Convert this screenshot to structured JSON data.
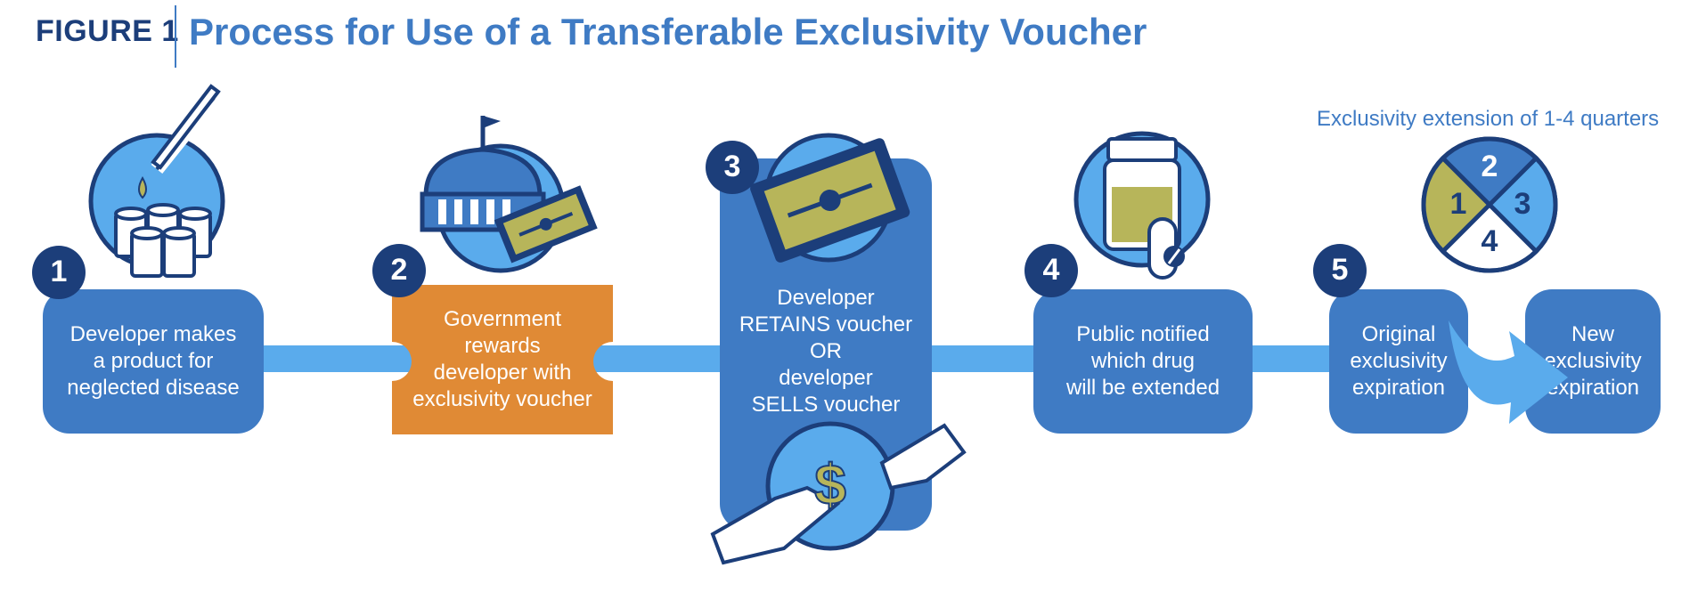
{
  "figure": {
    "label": "FIGURE 1",
    "title": "Process for Use of a Transferable Exclusivity Voucher"
  },
  "steps": [
    {
      "number": "1",
      "text": "Developer makes\na product for\nneglected disease",
      "icon": "test-tubes-dropper-icon"
    },
    {
      "number": "2",
      "text": "Government\nrewards\ndeveloper with\nexclusivity voucher",
      "icon": "capitol-voucher-icon"
    },
    {
      "number": "3",
      "text": "Developer\nRETAINS voucher\nOR\ndeveloper\nSELLS voucher",
      "icon": "voucher-ticket-icon"
    },
    {
      "number": "4",
      "text": "Public notified\nwhich drug\nwill be extended",
      "icon": "pill-bottle-icon"
    },
    {
      "number": "5",
      "text": "Original\nexclusivity\nexpiration",
      "icon": "quarters-pie-icon"
    }
  ],
  "new_expiration": "New\nexclusivity\nexpiration",
  "extension": {
    "label": "Exclusivity extension of 1-4 quarters",
    "quarters": [
      "1",
      "2",
      "3",
      "4"
    ]
  },
  "money_sign": "$",
  "colors": {
    "dark_navy": "#1c3e7a",
    "box_blue": "#3f7bc4",
    "light_blue": "#5aabec",
    "orange": "#e08a35",
    "olive": "#b7b55a"
  }
}
